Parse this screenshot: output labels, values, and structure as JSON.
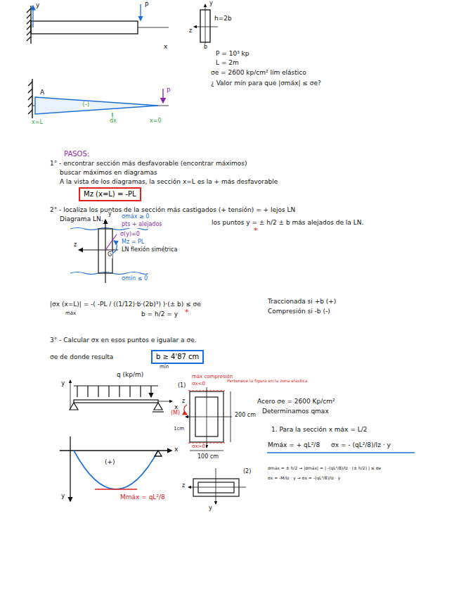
{
  "diagram": {
    "nodes": [
      {
        "text": [
          "Mz (x=L) = -PL"
        ]
      },
      {
        "text": [
          "b ≥ 4'87 cm"
        ]
      }
    ],
    "labels": [
      "y",
      "P",
      "x",
      "y",
      "h=2b",
      "z",
      "b",
      "P = 10³ kp",
      "L = 2m",
      "σe = 2600 kp/cm² lím elástico",
      "¿ Valor mín para que |σmáx| ≤ σe?",
      "A",
      "(-)",
      "x=L",
      "dx",
      "x=0",
      "P",
      "PASOS:",
      "1° - encontrar sección más desfavorable (encontrar máximos)",
      "buscar máximos en diagramas",
      "A la vista de los diagramas, la sección x=L es la + más desfavorable",
      "2° - localiza los puntos de la sección más castigados (+ tensión) = + lejos LN",
      "Diagrama LN.",
      "σmáx ≥ 0",
      "pts + alejados",
      "y",
      "σ(y)=0",
      "Mz = PL",
      "z",
      "G",
      "LN flexión simétrica",
      "σmín ≤ 0",
      "los puntos y = ± h/2 ± b más alejados de la LN.",
      "*",
      "|σx (x=L)| = -( -PL / ((1/12)·b·(2b)³) )·(± b) ≤ σe",
      "máx",
      "b = h/2 = y",
      "*",
      "Traccionada si +b (+)",
      "Compresión si -b (-)",
      "3° - Calcular σx en esos puntos e igualar a σe.",
      "σe de donde resulta",
      "mín",
      "y",
      "q (kp/m)",
      "x",
      "(1)",
      "máx compresión",
      "σx<0",
      "Pertenece la figura en la zona elástica",
      "(M)",
      "z",
      "1cm",
      "200 cm",
      "100 cm",
      "σx>0",
      "Acero σe = 2600 Kp/cm²",
      "Determinamos qmax",
      "1. Para la sección x máx = L/2",
      "Mmáx = + qL²/8",
      "σx = - (qL²/8)/Iz · y",
      "(+)",
      "x",
      "y",
      "Mmáx = qL²/8",
      "(2)",
      "y",
      "z",
      "σmáx = ± h/2 → |σmáx| = | -(qL²/8)/Iz · (± h/2) | ≤ σe",
      "σx = -M/Iz · y → σx = -(qL²/8)/Iz · y"
    ]
  }
}
